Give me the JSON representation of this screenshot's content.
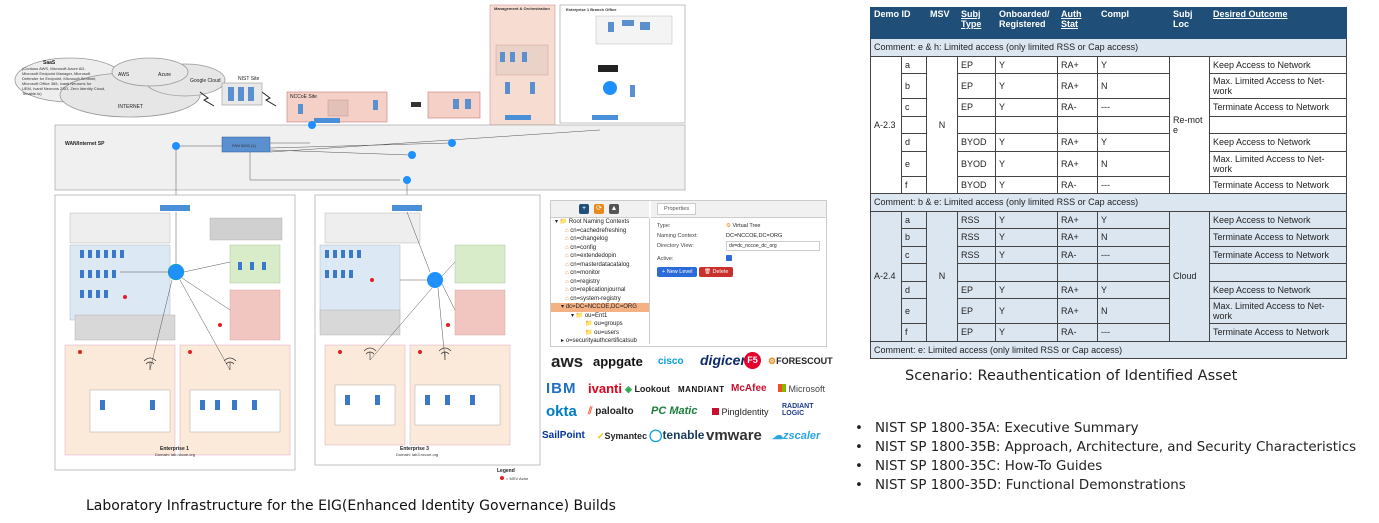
{
  "diagram": {
    "cloud": {
      "saas_title": "SaaS",
      "saas_lines": [
        "(Contoso AWS, Microsoft Azure AD,",
        "Microsoft Endpoint Manager, Microsoft",
        "Defender for Endpoint, Microsoft Sentinel,",
        "Microsoft Office 365, Ivanti Neurons for",
        "UEM, Ivanti Neurons ZSO, Zero Identity Cloud,",
        "Tenable.io)"
      ],
      "aws": "AWS",
      "azure": "Azure",
      "google": "Google Cloud",
      "internet": "INTERNET"
    },
    "nist_site": "NIST Site",
    "nccoe_site": "NCCoE Site",
    "mgmt_title": "Management & Orchestration",
    "branch_title": "Enterprise 1 Branch Office",
    "wan_label": "WAN/Internet SP",
    "pan_label": "PAN 5000 (1)",
    "ent1_title": "Enterprise 1",
    "ent1_domain": "Domain: lab.nccoe.org",
    "ent3_title": "Enterprise 3",
    "ent3_domain": "Domain: lab3.nccoe.org",
    "legend_title": "Legend",
    "legend_item": "= MSV Actor",
    "caption": "Laboratory Infrastructure for the EIG(Enhanced Identity Governance) Builds"
  },
  "tree_panel": {
    "items": [
      "Root Naming Contexts",
      "cn=cachedrefreshing",
      "cn=changelog",
      "cn=config",
      "cn=extendedopin",
      "cn=masterdatacatalog",
      "cn=monitor",
      "cn=registry",
      "cn=replicationjournal",
      "cn=system-registry",
      "dc=DC=NCCOE,DC=ORG",
      "ou=Ent1",
      "ou=groups",
      "ou=users",
      "o=securityauthcertificatsub"
    ],
    "properties_tab": "Properties",
    "type_label": "Type:",
    "type_value": "Virtual Tree",
    "naming_label": "Naming Context:",
    "naming_value": "DC=NCCOE,DC=ORG",
    "dir_label": "Directory View:",
    "dir_value": "dv=dc_nccoe_dc_org",
    "active_label": "Active:",
    "new_level": "+ New Level",
    "delete": "Delete"
  },
  "logos": {
    "row1": [
      "aws",
      "appgate",
      "cisco",
      "digicert",
      "F5",
      "FORESCOUT"
    ],
    "row2": [
      "IBM",
      "ivanti",
      "Lookout",
      "MANDIANT",
      "McAfee",
      "Microsoft"
    ],
    "row3": [
      "okta",
      "paloalto",
      "PC Matic",
      "PingIdentity",
      "RADIANT LOGIC"
    ],
    "row4": [
      "SailPoint",
      "Symantec",
      "tenable",
      "vmware",
      "zscaler"
    ]
  },
  "table": {
    "headers": [
      "Demo ID",
      "MSV",
      "Subj Type",
      "Onboarded/ Registered",
      "Auth Stat",
      "Compl",
      "Subj Loc",
      "Desired Outcome"
    ],
    "comment1": "Comment: e & h: Limited access (only limited RSS or Cap access)",
    "comment2": "Comment: b & e: Limited access (only limited RSS or Cap access)",
    "comment3": "Comment: e: Limited access (only limited RSS or Cap access)",
    "group1": {
      "demo_id": "A-2.3",
      "msv": "N",
      "loc": "Re-mote",
      "rows": [
        {
          "l": "a",
          "t": "EP",
          "o": "Y",
          "a": "RA+",
          "c": "Y",
          "d": "Keep Access to Network"
        },
        {
          "l": "b",
          "t": "EP",
          "o": "Y",
          "a": "RA+",
          "c": "N",
          "d": "Max. Limited Access to Net-work"
        },
        {
          "l": "c",
          "t": "EP",
          "o": "Y",
          "a": "RA-",
          "c": "---",
          "d": "Terminate Access to Network"
        },
        {
          "l": "",
          "t": "",
          "o": "",
          "a": "",
          "c": "",
          "d": ""
        },
        {
          "l": "d",
          "t": "BYOD",
          "o": "Y",
          "a": "RA+",
          "c": "Y",
          "d": "Keep Access to Network"
        },
        {
          "l": "e",
          "t": "BYOD",
          "o": "Y",
          "a": "RA+",
          "c": "N",
          "d": "Max. Limited Access to Net-work"
        },
        {
          "l": "f",
          "t": "BYOD",
          "o": "Y",
          "a": "RA-",
          "c": "---",
          "d": "Terminate Access to Network"
        }
      ]
    },
    "group2": {
      "demo_id": "A-2.4",
      "msv": "N",
      "loc": "Cloud",
      "rows": [
        {
          "l": "a",
          "t": "RSS",
          "o": "Y",
          "a": "RA+",
          "c": "Y",
          "d": "Keep Access to Network"
        },
        {
          "l": "b",
          "t": "RSS",
          "o": "Y",
          "a": "RA+",
          "c": "N",
          "d": "Terminate Access to Network"
        },
        {
          "l": "c",
          "t": "RSS",
          "o": "Y",
          "a": "RA-",
          "c": "---",
          "d": "Terminate Access to Network"
        },
        {
          "l": "",
          "t": "",
          "o": "",
          "a": "",
          "c": "",
          "d": ""
        },
        {
          "l": "d",
          "t": "EP",
          "o": "Y",
          "a": "RA+",
          "c": "Y",
          "d": "Keep Access to Network"
        },
        {
          "l": "e",
          "t": "EP",
          "o": "Y",
          "a": "RA+",
          "c": "N",
          "d": "Max. Limited Access to Net-work"
        },
        {
          "l": "f",
          "t": "EP",
          "o": "Y",
          "a": "RA-",
          "c": "---",
          "d": "Terminate Access to Network"
        }
      ]
    }
  },
  "scenario": "Scenario: Reauthentication of Identified Asset",
  "bullets": [
    "NIST SP 1800-35A: Executive Summary",
    "NIST SP 1800-35B: Approach, Architecture, and Security Characteristics",
    "NIST SP 1800-35C: How-To Guides",
    "NIST SP 1800-35D: Functional Demonstrations"
  ],
  "colors": {
    "table_header": "#1f4e79",
    "row_tint": "#dce6f1",
    "router_blue": "#1e90ff",
    "firewall_blue": "#4a90d9"
  }
}
